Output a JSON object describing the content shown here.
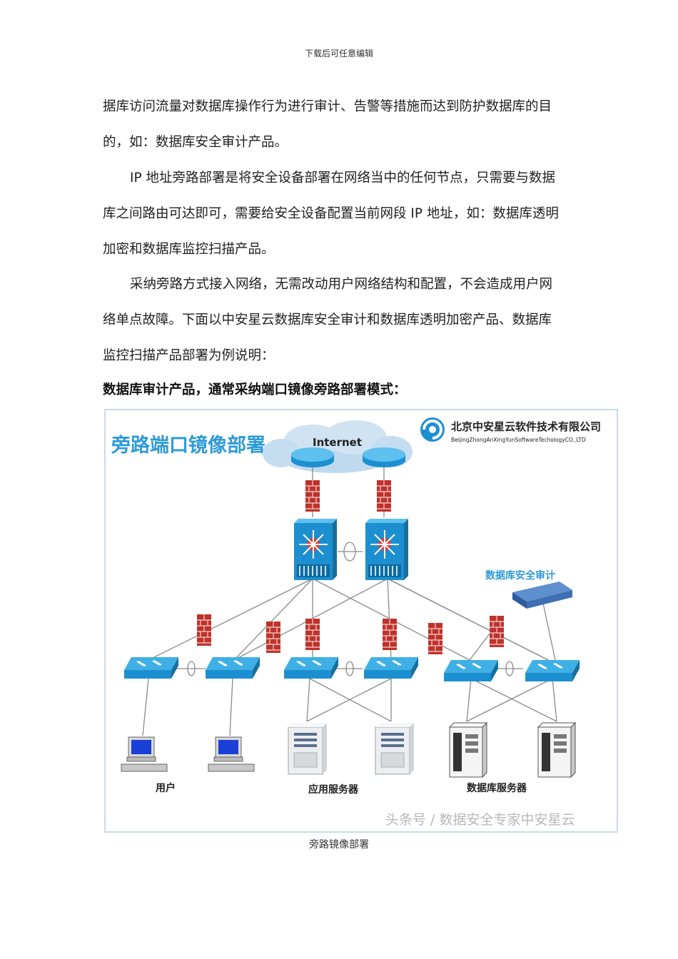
{
  "header": {
    "text": "下载后可任意编辑"
  },
  "paragraphs": [
    {
      "lines": [
        "据库访问流量对数据库操作行为进行审计、告警等措施而达到防护数据库的目",
        "的，如：数据库安全审计产品。"
      ]
    },
    {
      "lines": [
        "IP 地址旁路部署是将安全设备部署在网络当中的任何节点，只需要与数据",
        "库之间路由可达即可，需要给安全设备配置当前网段 IP 地址，如：数据库透明",
        "加密和数据库监控扫描产品。"
      ]
    },
    {
      "lines": [
        "采纳旁路方式接入网络，无需改动用户网络结构和配置，不会造成用户网",
        "络单点故障。下面以中安星云数据库安全审计和数据库透明加密产品、数据库",
        "监控扫描产品部署为例说明："
      ]
    }
  ],
  "heading": "数据库审计产品，通常采纳端口镜像旁路部署模式：",
  "diagram": {
    "title": "旁路端口镜像部署",
    "company_name": "北京中安星云软件技术有限公司",
    "company_name_en": "BeijingZhongAnXingYunSoftwareTechologyCO.,LTD",
    "cloud_label": "Internet",
    "audit_label": "数据库安全审计",
    "group_labels": {
      "users": "用户",
      "app_servers": "应用服务器",
      "db_servers": "数据库服务器"
    },
    "watermark": "头条号 / 数据安全专家中安星云",
    "colors": {
      "title": "#2e9bd6",
      "switch": "#1c8fd0",
      "firewall": "#c0312b",
      "line": "#8a8a8a"
    }
  },
  "caption": "旁路镜像部署"
}
